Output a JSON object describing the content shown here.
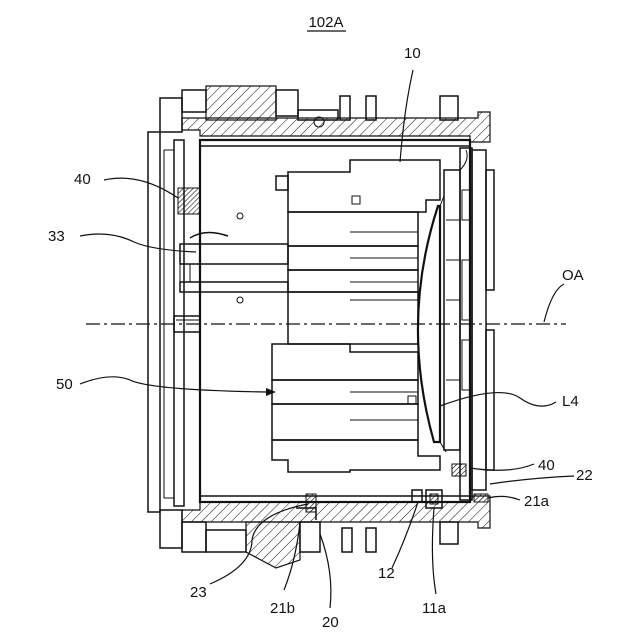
{
  "figure": {
    "title": "102A",
    "labels": {
      "l10": "10",
      "l40_top": "40",
      "l33": "33",
      "lOA": "OA",
      "l50": "50",
      "lL4": "L4",
      "l40_bottom": "40",
      "l22": "22",
      "l21a": "21a",
      "l23": "23",
      "l21b": "21b",
      "l20": "20",
      "l12": "12",
      "l11a": "11a"
    }
  }
}
